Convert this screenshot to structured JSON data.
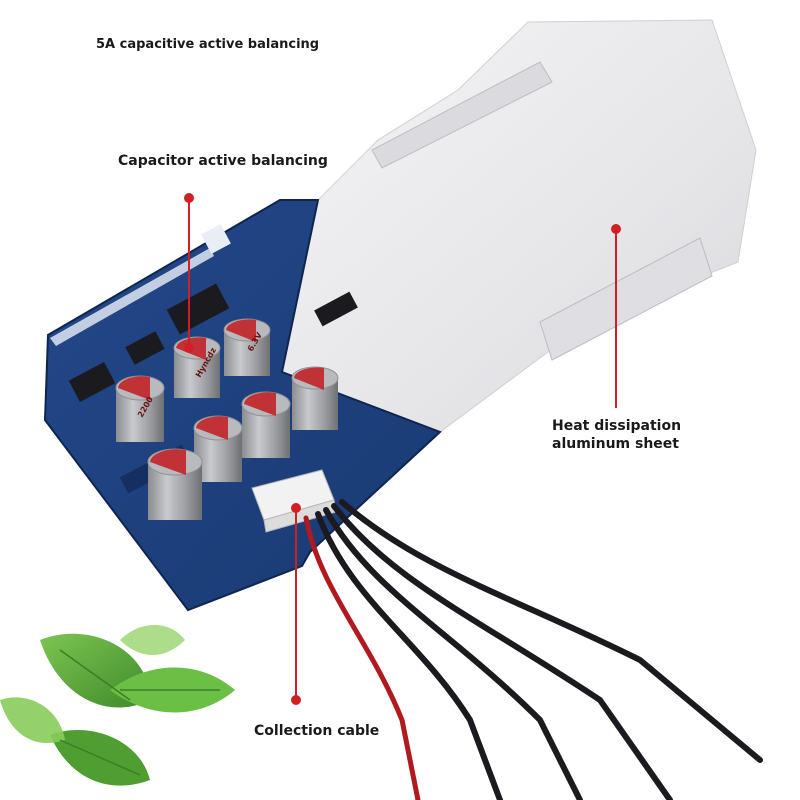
{
  "labels": {
    "title": "5A capacitive active balancing",
    "capacitor": "Capacitor active balancing",
    "heat_line1": "Heat dissipation",
    "heat_line2": "aluminum sheet",
    "cable": "Collection cable"
  },
  "capacitor_markings": {
    "brand": "Hyncdz",
    "capacitance": "2200",
    "voltage": "6.3V"
  },
  "colors": {
    "pcb_blue": "#1e3f78",
    "pcb_edge": "#0f2550",
    "aluminum": "#e9e9eb",
    "marker_red": "#d21f26",
    "cable_black": "#1a1a1f",
    "cable_red": "#b01a1f",
    "leaf_green": "#5fae3a"
  },
  "icons": [
    "leaf-icon",
    "marker-dot-icon"
  ]
}
